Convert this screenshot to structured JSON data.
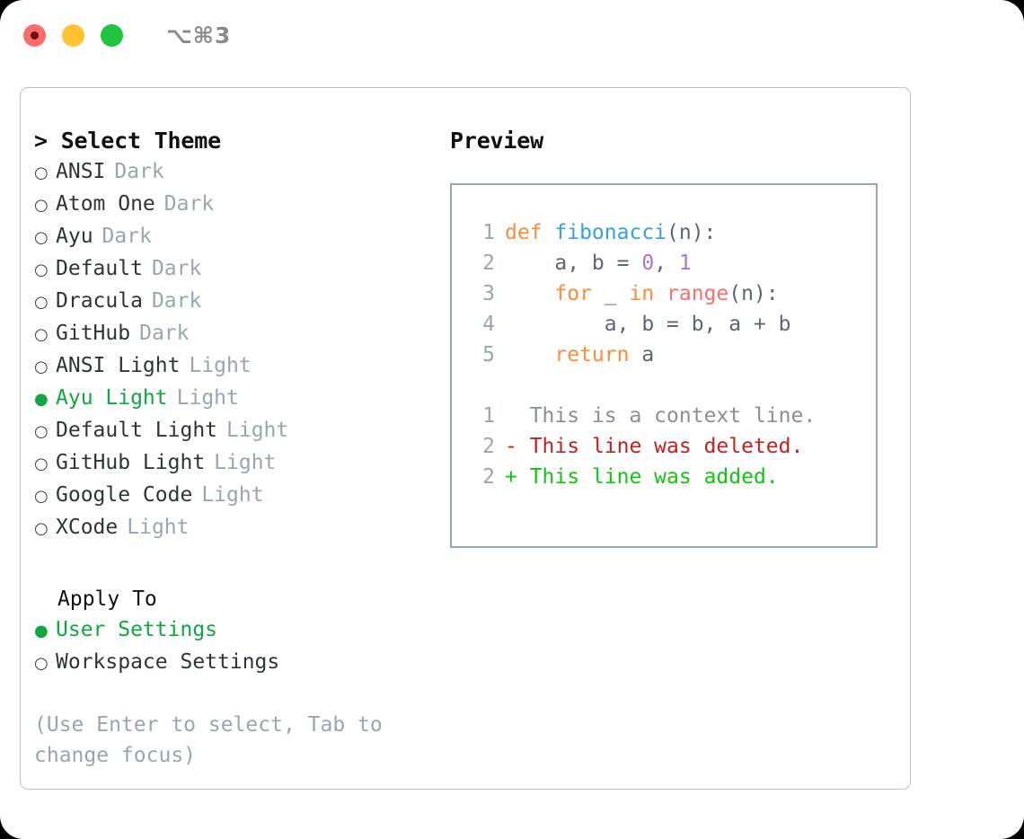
{
  "window": {
    "shortcut": "⌥⌘3",
    "traffic_lights": [
      {
        "name": "close",
        "color": "#ff6b6b"
      },
      {
        "name": "minimize",
        "color": "#ffc233"
      },
      {
        "name": "maximize",
        "color": "#22c33e"
      }
    ]
  },
  "left": {
    "title": "> Select Theme",
    "themes": [
      {
        "bullet": "○",
        "label": "ANSI",
        "tag": "Dark",
        "selected": false
      },
      {
        "bullet": "○",
        "label": "Atom One",
        "tag": "Dark",
        "selected": false
      },
      {
        "bullet": "○",
        "label": "Ayu",
        "tag": "Dark",
        "selected": false
      },
      {
        "bullet": "○",
        "label": "Default",
        "tag": "Dark",
        "selected": false
      },
      {
        "bullet": "○",
        "label": "Dracula",
        "tag": "Dark",
        "selected": false
      },
      {
        "bullet": "○",
        "label": "GitHub",
        "tag": "Dark",
        "selected": false
      },
      {
        "bullet": "○",
        "label": "ANSI Light",
        "tag": "Light",
        "selected": false
      },
      {
        "bullet": "●",
        "label": "Ayu Light",
        "tag": "Light",
        "selected": true
      },
      {
        "bullet": "○",
        "label": "Default Light",
        "tag": "Light",
        "selected": false
      },
      {
        "bullet": "○",
        "label": "GitHub Light",
        "tag": "Light",
        "selected": false
      },
      {
        "bullet": "○",
        "label": "Google Code",
        "tag": "Light",
        "selected": false
      },
      {
        "bullet": "○",
        "label": "XCode",
        "tag": "Light",
        "selected": false
      }
    ],
    "apply_to_heading": "Apply To",
    "apply_to": [
      {
        "bullet": "●",
        "label": "User Settings",
        "selected": true
      },
      {
        "bullet": "○",
        "label": "Workspace Settings",
        "selected": false
      }
    ],
    "hint": "(Use Enter to select, Tab to change focus)"
  },
  "right": {
    "title": "Preview",
    "code": [
      {
        "lineno": "1",
        "tokens": [
          {
            "t": "def ",
            "c": "kw"
          },
          {
            "t": "fibonacci",
            "c": "fn"
          },
          {
            "t": "(n):",
            "c": "punct"
          }
        ]
      },
      {
        "lineno": "2",
        "tokens": [
          {
            "t": "    a, b = ",
            "c": "plain"
          },
          {
            "t": "0",
            "c": "num"
          },
          {
            "t": ", ",
            "c": "punct"
          },
          {
            "t": "1",
            "c": "num"
          }
        ]
      },
      {
        "lineno": "3",
        "tokens": [
          {
            "t": "    ",
            "c": "plain"
          },
          {
            "t": "for",
            "c": "kw"
          },
          {
            "t": " _ ",
            "c": "plain"
          },
          {
            "t": "in",
            "c": "kw"
          },
          {
            "t": " ",
            "c": "plain"
          },
          {
            "t": "range",
            "c": "built"
          },
          {
            "t": "(n):",
            "c": "punct"
          }
        ]
      },
      {
        "lineno": "4",
        "tokens": [
          {
            "t": "        a, b = b, a + b",
            "c": "plain"
          }
        ]
      },
      {
        "lineno": "5",
        "tokens": [
          {
            "t": "    ",
            "c": "plain"
          },
          {
            "t": "return",
            "c": "kw"
          },
          {
            "t": " a",
            "c": "plain"
          }
        ]
      }
    ],
    "diff": [
      {
        "lineno": "1",
        "marker": "  ",
        "text": "This is a context line.",
        "kind": "ctx"
      },
      {
        "lineno": "2",
        "marker": "- ",
        "text": "This line was deleted.",
        "kind": "del"
      },
      {
        "lineno": "2",
        "marker": "+ ",
        "text": "This line was added.",
        "kind": "add"
      }
    ]
  },
  "colors": {
    "accent_green": "#13a541",
    "muted": "#9aa5b4",
    "keyword": "#fa8d3e",
    "function": "#399ee6",
    "number": "#a37acc",
    "builtin": "#f07171",
    "diff_deleted": "#c22121",
    "diff_added": "#14c414"
  }
}
